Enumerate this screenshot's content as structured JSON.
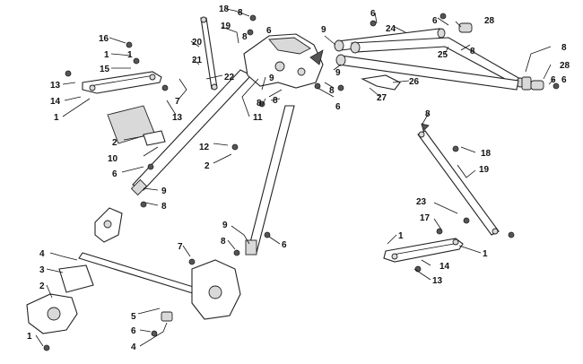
{
  "callouts": [
    {
      "id": "c18a",
      "text": "18"
    },
    {
      "id": "c8a",
      "text": "8"
    },
    {
      "id": "c19a",
      "text": "19"
    },
    {
      "id": "c6a",
      "text": "6"
    },
    {
      "id": "c20",
      "text": "20"
    },
    {
      "id": "c21",
      "text": "21"
    },
    {
      "id": "c16a",
      "text": "16"
    },
    {
      "id": "c1a",
      "text": "1"
    },
    {
      "id": "c15",
      "text": "15"
    },
    {
      "id": "c13a",
      "text": "13"
    },
    {
      "id": "c14a",
      "text": "14"
    },
    {
      "id": "c1b",
      "text": "1"
    },
    {
      "id": "c7a",
      "text": "7"
    },
    {
      "id": "c13b",
      "text": "13"
    },
    {
      "id": "c22",
      "text": "22"
    },
    {
      "id": "c2a",
      "text": "2"
    },
    {
      "id": "c10",
      "text": "10"
    },
    {
      "id": "c6b",
      "text": "6"
    },
    {
      "id": "c9a",
      "text": "9"
    },
    {
      "id": "c8b",
      "text": "8"
    },
    {
      "id": "c12",
      "text": "12"
    },
    {
      "id": "c2b",
      "text": "2"
    },
    {
      "id": "c11",
      "text": "11"
    },
    {
      "id": "c9b",
      "text": "9"
    },
    {
      "id": "c8c",
      "text": "8"
    },
    {
      "id": "c6c",
      "text": "6"
    },
    {
      "id": "c9c",
      "text": "9"
    },
    {
      "id": "c8d",
      "text": "8"
    },
    {
      "id": "c9d",
      "text": "9"
    },
    {
      "id": "c8e",
      "text": "8"
    },
    {
      "id": "c6d",
      "text": "6"
    },
    {
      "id": "c6e",
      "text": "6"
    },
    {
      "id": "c24",
      "text": "24"
    },
    {
      "id": "c6f",
      "text": "6"
    },
    {
      "id": "c28a",
      "text": "28"
    },
    {
      "id": "c8f",
      "text": "8"
    },
    {
      "id": "c25",
      "text": "25"
    },
    {
      "id": "c26",
      "text": "26"
    },
    {
      "id": "c27",
      "text": "27"
    },
    {
      "id": "c8g",
      "text": "8"
    },
    {
      "id": "c28b",
      "text": "28"
    },
    {
      "id": "c6g",
      "text": "6"
    },
    {
      "id": "c8h",
      "text": "8"
    },
    {
      "id": "c18b",
      "text": "18"
    },
    {
      "id": "c19b",
      "text": "19"
    },
    {
      "id": "c23",
      "text": "23"
    },
    {
      "id": "c17",
      "text": "17"
    },
    {
      "id": "c1c",
      "text": "1"
    },
    {
      "id": "c14b",
      "text": "14"
    },
    {
      "id": "c1d",
      "text": "1"
    },
    {
      "id": "c13c",
      "text": "13"
    },
    {
      "id": "c7b",
      "text": "7"
    },
    {
      "id": "c8i",
      "text": "8"
    },
    {
      "id": "c9e",
      "text": "9"
    },
    {
      "id": "c4a",
      "text": "4"
    },
    {
      "id": "c3",
      "text": "3"
    },
    {
      "id": "c2c",
      "text": "2"
    },
    {
      "id": "c1e",
      "text": "1"
    },
    {
      "id": "c5",
      "text": "5"
    },
    {
      "id": "c6h",
      "text": "6"
    },
    {
      "id": "c4b",
      "text": "4"
    },
    {
      "id": "c6i",
      "text": "6"
    },
    {
      "id": "c8j",
      "text": "8"
    },
    {
      "id": "c16b",
      "text": "1"
    }
  ]
}
